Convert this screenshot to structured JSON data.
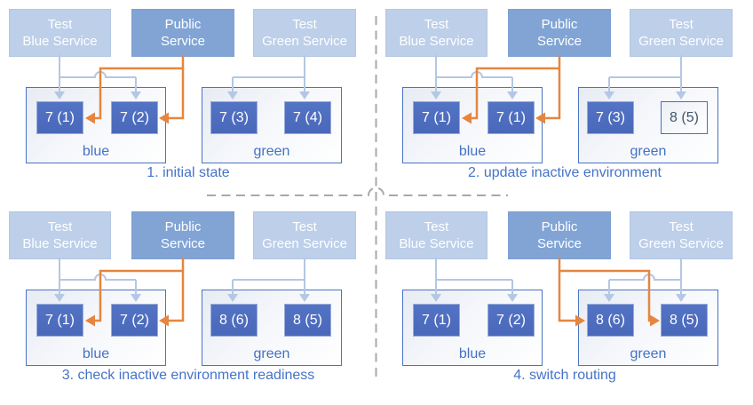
{
  "diagram": {
    "colors": {
      "accent_blue": "#4472c4",
      "light_service_fill": "#bdcfe9",
      "public_service_fill": "#81a4d5",
      "node_fill": "#4e6ec0",
      "connector_light_blue": "#b4c7e4",
      "connector_orange": "#e6863e",
      "separator_gray": "#a8a8a8"
    },
    "panels": [
      {
        "caption": "1. initial state",
        "public_routes_to": "blue",
        "services": [
          {
            "label": "Test\nBlue Service"
          },
          {
            "label": "Public\nService"
          },
          {
            "label": "Test\nGreen Service"
          }
        ],
        "environments": [
          {
            "name": "blue",
            "nodes": [
              {
                "label": "7 (1)",
                "outlined": false
              },
              {
                "label": "7 (2)",
                "outlined": false
              }
            ]
          },
          {
            "name": "green",
            "nodes": [
              {
                "label": "7 (3)",
                "outlined": false
              },
              {
                "label": "7 (4)",
                "outlined": false
              }
            ]
          }
        ]
      },
      {
        "caption": "2. update inactive environment",
        "public_routes_to": "blue",
        "services": [
          {
            "label": "Test\nBlue Service"
          },
          {
            "label": "Public\nService"
          },
          {
            "label": "Test\nGreen Service"
          }
        ],
        "environments": [
          {
            "name": "blue",
            "nodes": [
              {
                "label": "7 (1)",
                "outlined": false
              },
              {
                "label": "7 (1)",
                "outlined": false
              }
            ]
          },
          {
            "name": "green",
            "nodes": [
              {
                "label": "7 (3)",
                "outlined": false
              },
              {
                "label": "8 (5)",
                "outlined": true
              }
            ]
          }
        ]
      },
      {
        "caption": "3. check inactive environment readiness",
        "public_routes_to": "blue",
        "services": [
          {
            "label": "Test\nBlue Service"
          },
          {
            "label": "Public\nService"
          },
          {
            "label": "Test\nGreen Service"
          }
        ],
        "environments": [
          {
            "name": "blue",
            "nodes": [
              {
                "label": "7 (1)",
                "outlined": false
              },
              {
                "label": "7 (2)",
                "outlined": false
              }
            ]
          },
          {
            "name": "green",
            "nodes": [
              {
                "label": "8 (6)",
                "outlined": false
              },
              {
                "label": "8 (5)",
                "outlined": false
              }
            ]
          }
        ]
      },
      {
        "caption": "4. switch routing",
        "public_routes_to": "green",
        "services": [
          {
            "label": "Test\nBlue Service"
          },
          {
            "label": "Public\nService"
          },
          {
            "label": "Test\nGreen Service"
          }
        ],
        "environments": [
          {
            "name": "blue",
            "nodes": [
              {
                "label": "7 (1)",
                "outlined": false
              },
              {
                "label": "7 (2)",
                "outlined": false
              }
            ]
          },
          {
            "name": "green",
            "nodes": [
              {
                "label": "8 (6)",
                "outlined": false
              },
              {
                "label": "8 (5)",
                "outlined": false
              }
            ]
          }
        ]
      }
    ]
  }
}
